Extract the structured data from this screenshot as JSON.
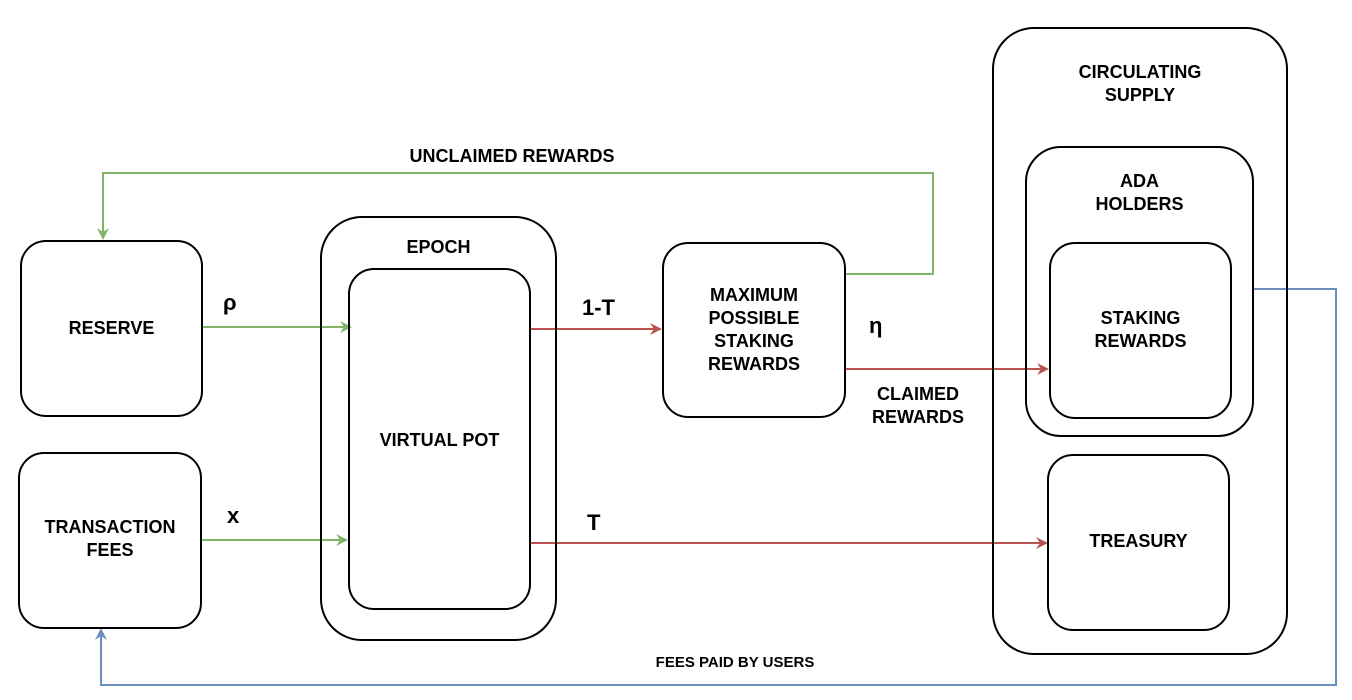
{
  "nodes": {
    "reserve": "RESERVE",
    "transaction_fees": "TRANSACTION\nFEES",
    "epoch": "EPOCH",
    "virtual_pot": "VIRTUAL POT",
    "max_rewards": "MAXIMUM\nPOSSIBLE\nSTAKING\nREWARDS",
    "circulating_supply": "CIRCULATING\nSUPPLY",
    "ada_holders": "ADA\nHOLDERS",
    "staking_rewards": "STAKING\nREWARDS",
    "treasury": "TREASURY"
  },
  "edges": {
    "rho": "ρ",
    "x": "x",
    "one_minus_t": "1-T",
    "t": "T",
    "eta": "η",
    "unclaimed": "UNCLAIMED REWARDS",
    "claimed": "CLAIMED\nREWARDS",
    "fees_paid": "FEES PAID BY USERS"
  },
  "colors": {
    "green": "#82b366",
    "red": "#b85450",
    "blue": "#6c8ebf"
  }
}
